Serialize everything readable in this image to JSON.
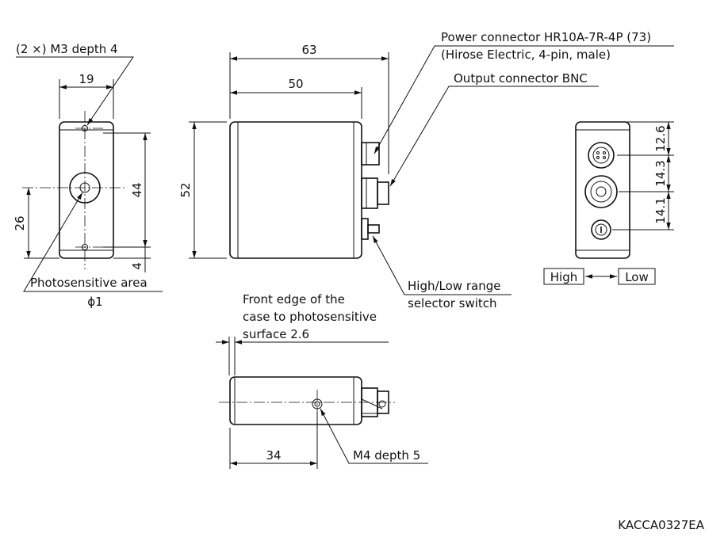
{
  "labels": {
    "m3": "(2 ×) M3 depth 4",
    "photo_area": "Photosensitive area",
    "phi1": "ϕ1",
    "power1": "Power connector HR10A-7R-4P (73)",
    "power2": "(Hirose Electric, 4-pin, male)",
    "output": "Output connector BNC",
    "switch1": "High/Low range",
    "switch2": "selector switch",
    "front1": "Front edge of the",
    "front2": "case to photosensitive",
    "front3": "surface 2.6",
    "m4": "M4 depth 5",
    "high": "High",
    "low": "Low",
    "code": "KACCA0327EA"
  },
  "dims": {
    "d19": "19",
    "d44": "44",
    "d26": "26",
    "d4": "4",
    "d63": "63",
    "d50": "50",
    "d52": "52",
    "d126": "12.6",
    "d143": "14.3",
    "d141": "14.1",
    "d34": "34"
  }
}
